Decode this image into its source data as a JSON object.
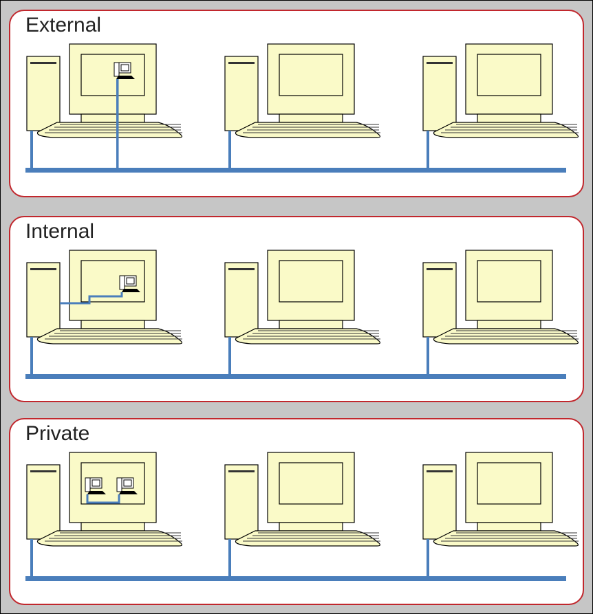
{
  "diagram": {
    "panels": [
      {
        "id": "external",
        "label": "External",
        "vm_count": 1,
        "vm_links": "host-network-bridge"
      },
      {
        "id": "internal",
        "label": "Internal",
        "vm_count": 1,
        "vm_links": "host-only"
      },
      {
        "id": "private",
        "label": "Private",
        "vm_count": 2,
        "vm_links": "vm-to-vm"
      }
    ],
    "colors": {
      "background": "#c6c6c6",
      "panel_border": "#c1272d",
      "computer_fill": "#fafac8",
      "outline": "#000000",
      "network_line": "#4a7ebb"
    },
    "icons": [
      "tower-icon",
      "monitor-icon",
      "keyboard-icon",
      "vm-computer-icon"
    ]
  }
}
